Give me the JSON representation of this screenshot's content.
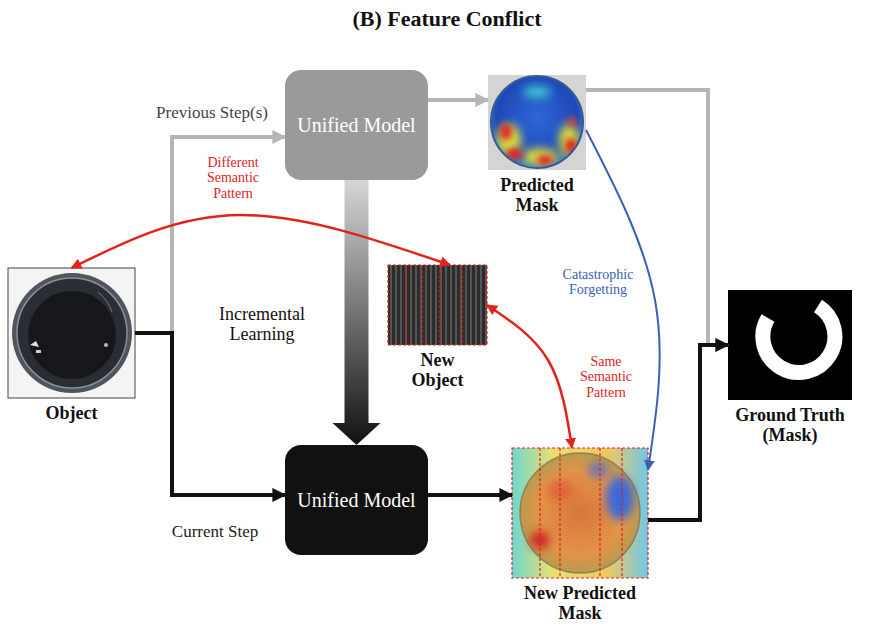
{
  "diagram": {
    "title": "(B) Feature Conflict",
    "nodes": [
      {
        "text": [
          "Unified Model"
        ]
      },
      {
        "text": [
          "Predicted Mask"
        ]
      },
      {
        "text": [
          "Object"
        ]
      },
      {
        "text": [
          "New Object"
        ]
      },
      {
        "text": [
          "Ground Truth (Mask)"
        ]
      },
      {
        "text": [
          "Unified Model"
        ]
      },
      {
        "text": [
          "New Predicted Mask"
        ]
      }
    ],
    "edges": [
      {
        "from": 2,
        "to": 0,
        "arrow": "to",
        "label": "Previous Step(s)"
      },
      {
        "from": 2,
        "to": 5,
        "arrow": "to",
        "label": "Current Step"
      },
      {
        "from": 0,
        "to": 1,
        "arrow": "to"
      },
      {
        "from": 0,
        "to": 5,
        "arrow": "to",
        "label": "Incremental Learning"
      },
      {
        "from": 2,
        "to": 3,
        "arrow": "both",
        "label": "Different Semantic Pattern"
      },
      {
        "from": 3,
        "to": 6,
        "arrow": "both",
        "label": "Same Semantic Pattern"
      },
      {
        "from": 1,
        "to": 6,
        "arrow": "to",
        "label": "Catastrophic Forgetting"
      },
      {
        "from": 1,
        "to": 4,
        "arrow": "to"
      },
      {
        "from": 5,
        "to": 6,
        "arrow": "to"
      },
      {
        "from": 6,
        "to": 4,
        "arrow": "to"
      }
    ]
  }
}
